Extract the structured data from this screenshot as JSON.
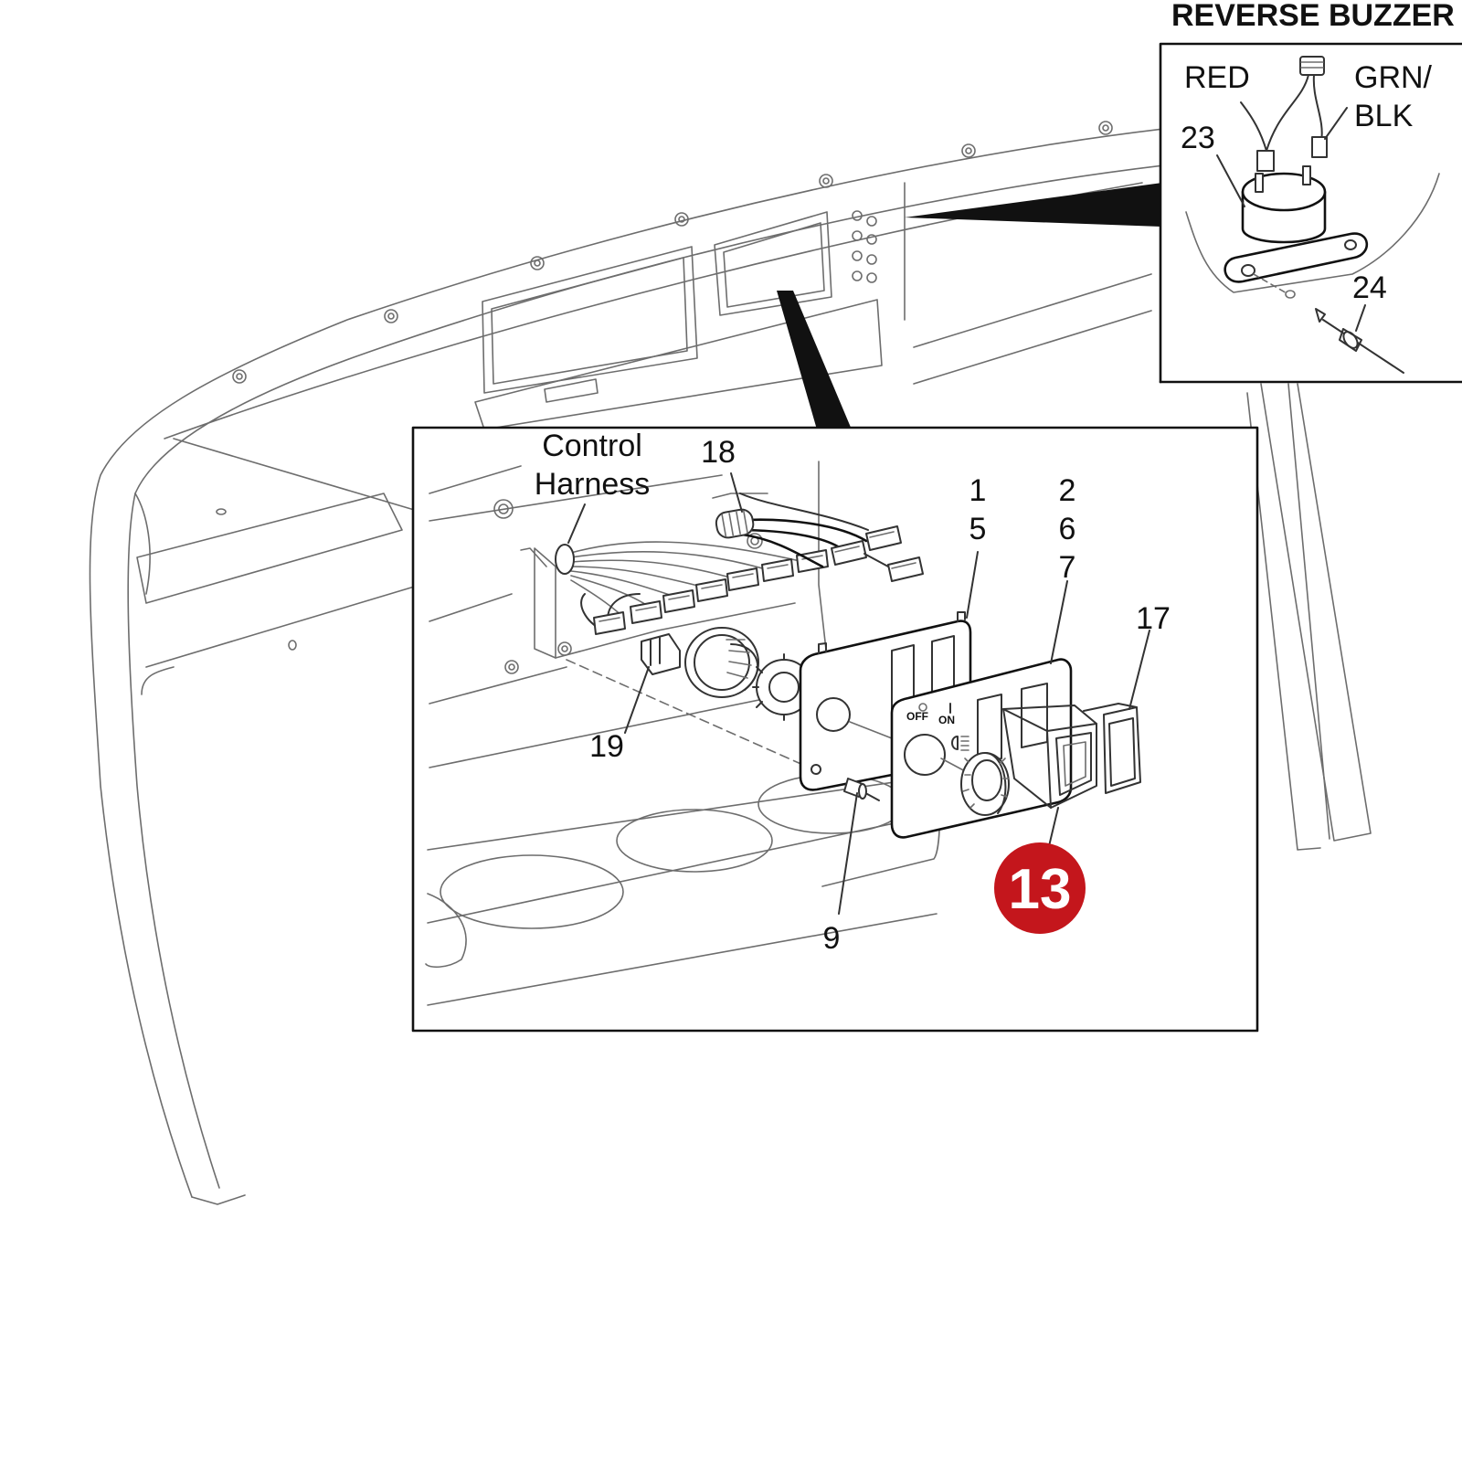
{
  "title": "REVERSE BUZZER",
  "buzzer_labels": {
    "red": "RED",
    "grn_line1": "GRN/",
    "grn_line2": "BLK",
    "p23": "23",
    "p24": "24"
  },
  "detail_labels": {
    "control_line1": "Control",
    "control_line2": "Harness",
    "p18": "18",
    "p1": "1",
    "p5": "5",
    "p2": "2",
    "p6": "6",
    "p7": "7",
    "p17": "17",
    "p19": "19",
    "p9": "9",
    "p13": "13"
  },
  "switch_marks": {
    "off": "OFF",
    "on": "ON"
  },
  "colors": {
    "highlight_part": "#f0aeb2",
    "callout_badge": "#c4161c",
    "frame": "#111111"
  }
}
